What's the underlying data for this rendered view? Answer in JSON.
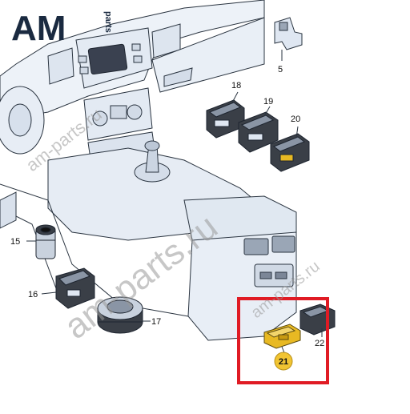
{
  "logo": {
    "text": "AM",
    "suffix": "parts",
    "color": "#1a2a40"
  },
  "watermark": {
    "large": "am-parts.ru",
    "small": "am-parts.ru",
    "color": "#9a9a9a"
  },
  "highlight": {
    "color": "#e01b24"
  },
  "callouts": {
    "c5": "5",
    "c15": "15",
    "c16": "16",
    "c17": "17",
    "c18": "18",
    "c19": "19",
    "c20": "20",
    "c21": "21",
    "c22": "22"
  },
  "colors": {
    "line": "#2a3440",
    "part_fill": "#dfe7f2",
    "part_dark": "#3a3f47",
    "highlight_part": "#e8b923",
    "badge": "#f1c432"
  }
}
